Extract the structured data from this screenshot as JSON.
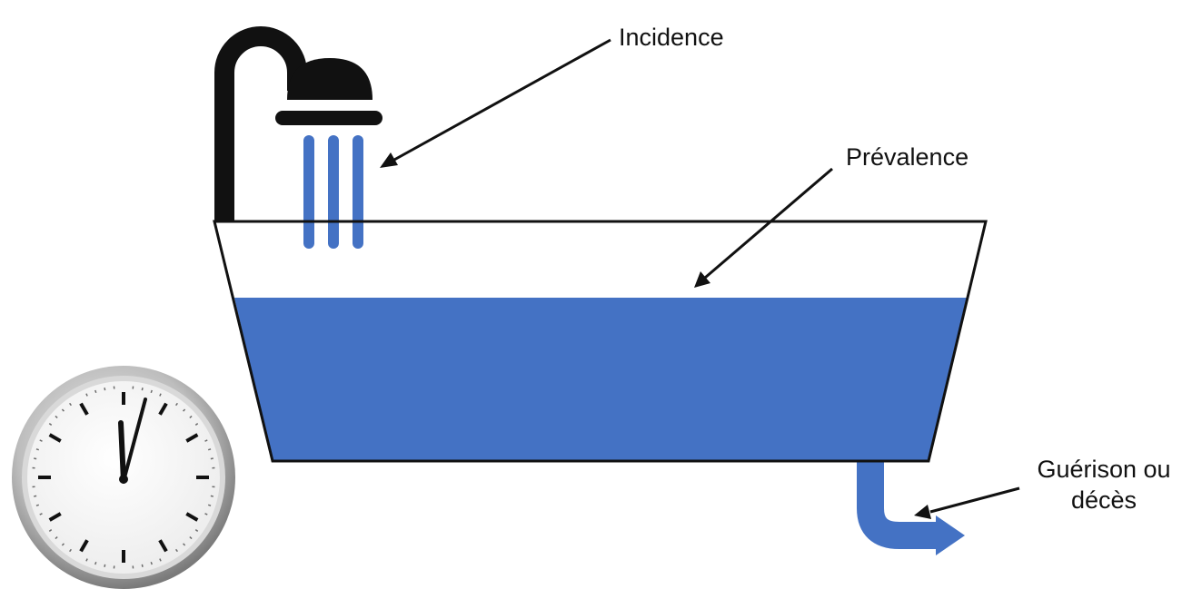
{
  "labels": {
    "incidence": "Incidence",
    "prevalence": "Prévalence",
    "outflow_line1": "Guérison ou",
    "outflow_line2": "décès"
  },
  "colors": {
    "water": "#4472c4",
    "outline": "#111111",
    "background": "#ffffff"
  },
  "icons": {
    "faucet": "shower-head-icon",
    "clock": "clock-icon",
    "drain": "drain-pipe-arrow-icon"
  }
}
